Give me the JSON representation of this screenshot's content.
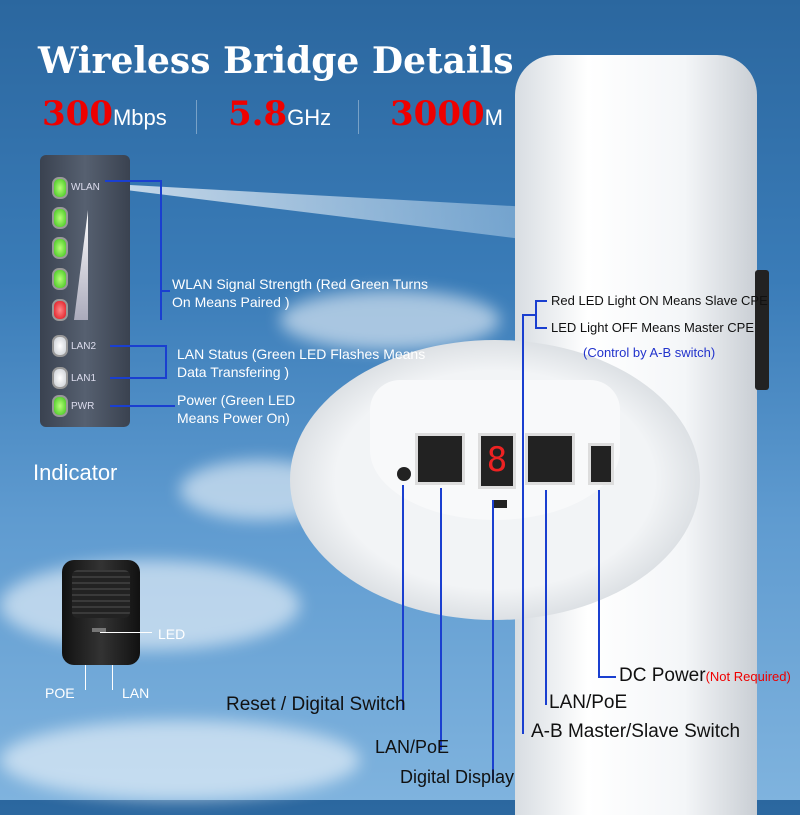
{
  "title": "Wireless Bridge Details",
  "specs": [
    {
      "value": "300",
      "unit": "Mbps"
    },
    {
      "value": "5.8",
      "unit": "GHz"
    },
    {
      "value": "3000",
      "unit": "M"
    }
  ],
  "indicator": {
    "heading": "Indicator",
    "labels": {
      "wlan": "WLAN",
      "lan2": "LAN2",
      "lan1": "LAN1",
      "pwr": "PWR"
    },
    "wlan_note": [
      "WLAN Signal Strength (Red Green Turns",
      "On Means Paired )"
    ],
    "lan_note": [
      "LAN Status (Green LED Flashes Means",
      "Data Transfering )"
    ],
    "power_note": [
      "Power (Green LED",
      "Means Power On)"
    ]
  },
  "ab_switch": {
    "red_on": "Red LED Light ON Means Slave CPE",
    "off": "LED Light OFF Means Master CPE",
    "control": "(Control by A-B switch)"
  },
  "adapter": {
    "led": "LED",
    "poe": "POE",
    "lan": "LAN"
  },
  "callouts": {
    "reset": "Reset / Digital Switch",
    "lan_poe_left": "LAN/PoE",
    "digital_display": "Digital Display",
    "dc_power": "DC Power",
    "not_required": "(Not Required)",
    "lan_poe_right": "LAN/PoE",
    "ab_switch": "A-B Master/Slave Switch"
  },
  "display_digit": "8",
  "colors": {
    "accent_red": "#e00000",
    "line_blue": "#1a3fd0",
    "control_blue": "#2233cc"
  }
}
